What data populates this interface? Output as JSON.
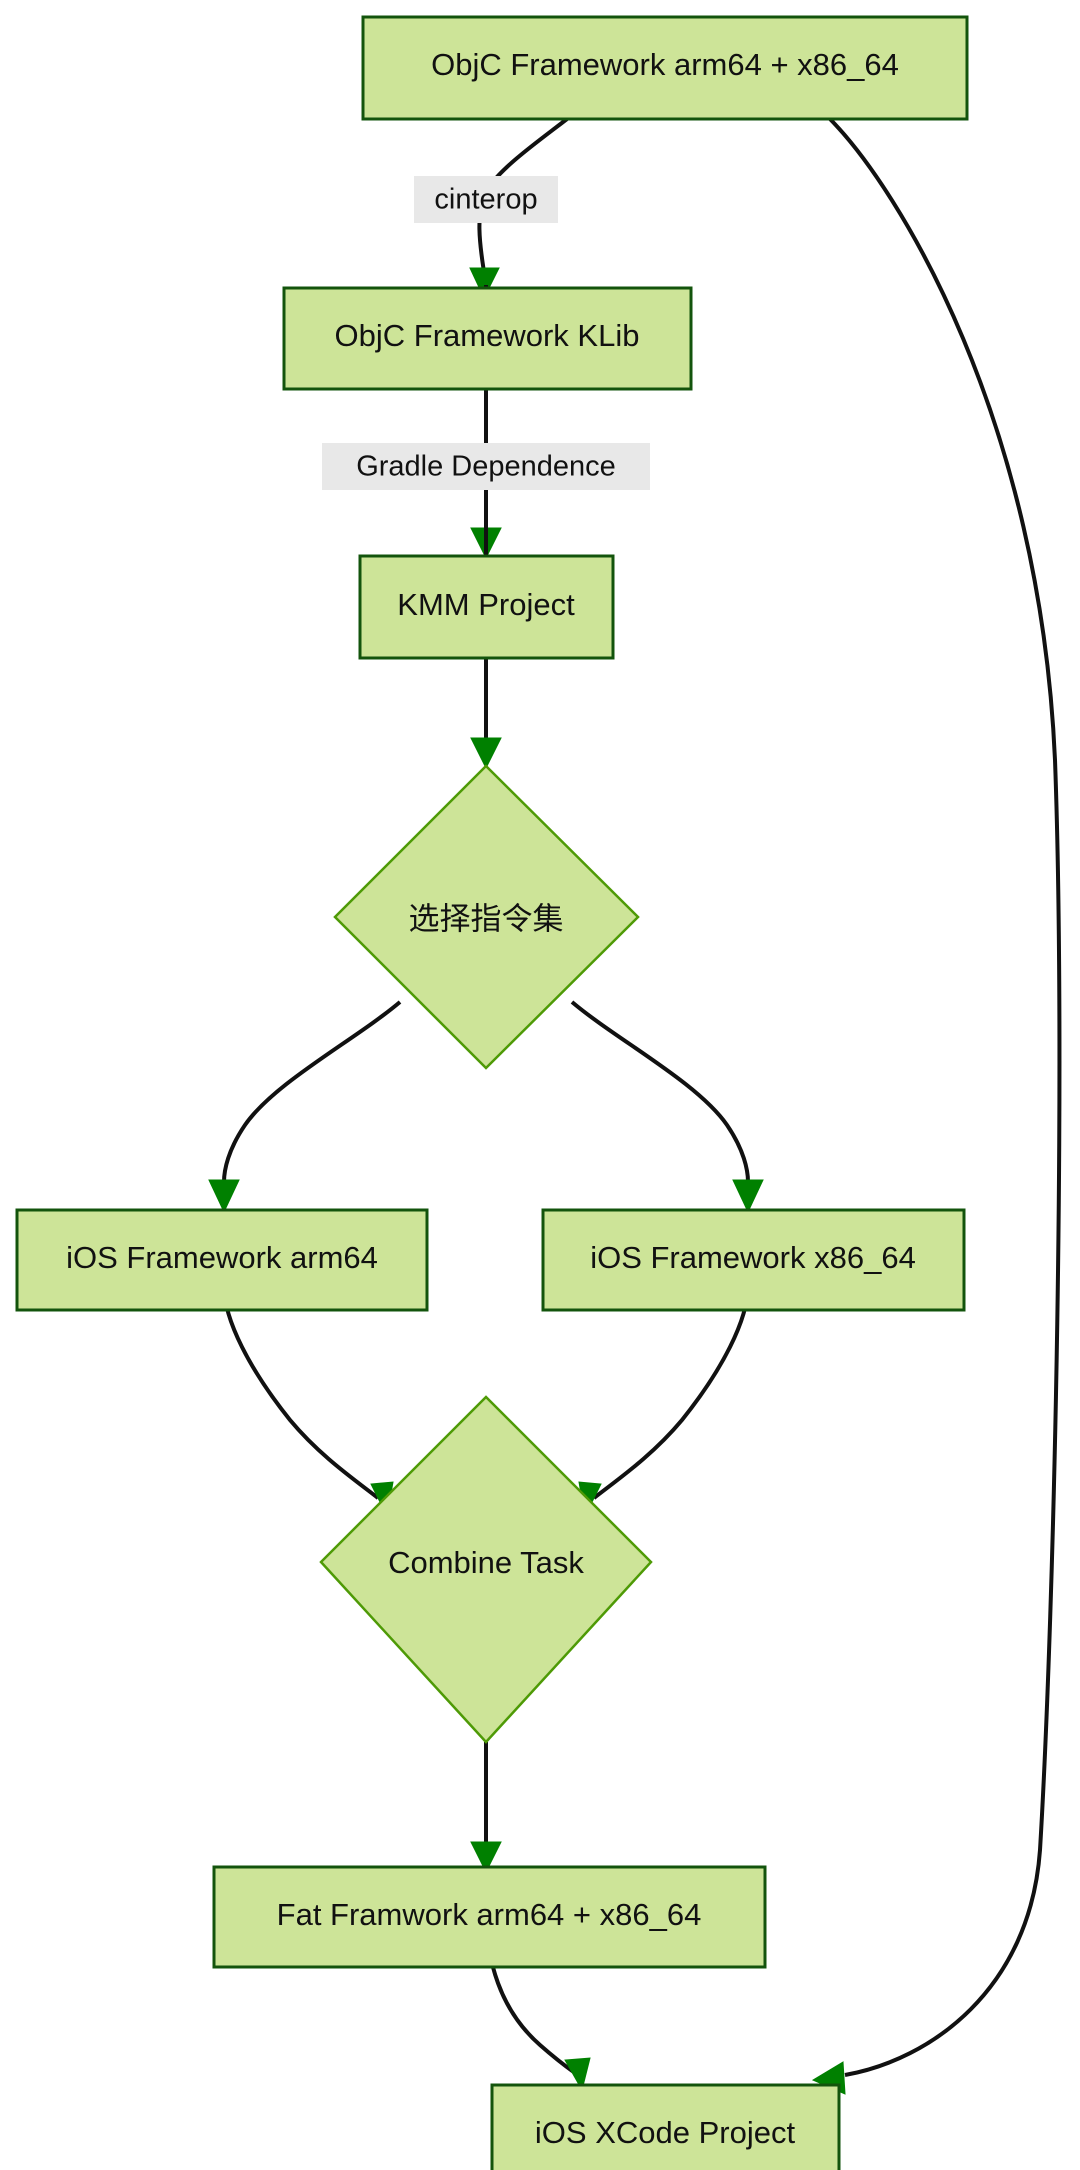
{
  "diagram": {
    "title": "KMM iOS Framework build flow",
    "colors": {
      "node_fill": "#cde498",
      "node_stroke": "#13540c",
      "diamond_stroke": "#4e9a06",
      "edge_stroke": "#111111",
      "arrow_fill": "#008000",
      "edge_label_bg": "#e8e8e8",
      "background": "#ffffff"
    },
    "nodes": [
      {
        "id": "objc_fw",
        "shape": "rect",
        "label": "ObjC Framework arm64 + x86_64"
      },
      {
        "id": "objc_klib",
        "shape": "rect",
        "label": "ObjC Framework KLib"
      },
      {
        "id": "kmm_project",
        "shape": "rect",
        "label": "KMM Project"
      },
      {
        "id": "choose_arch",
        "shape": "diamond",
        "label": "选择指令集"
      },
      {
        "id": "ios_fw_arm64",
        "shape": "rect",
        "label": "iOS Framework arm64"
      },
      {
        "id": "ios_fw_x86_64",
        "shape": "rect",
        "label": "iOS Framework x86_64"
      },
      {
        "id": "combine_task",
        "shape": "diamond",
        "label": "Combine Task"
      },
      {
        "id": "fat_framework",
        "shape": "rect",
        "label": "Fat Framwork arm64 + x86_64"
      },
      {
        "id": "xcode_project",
        "shape": "rect",
        "label": "iOS XCode Project"
      }
    ],
    "edges": [
      {
        "from": "objc_fw",
        "to": "objc_klib",
        "label": "cinterop"
      },
      {
        "from": "objc_klib",
        "to": "kmm_project",
        "label": "Gradle Dependence"
      },
      {
        "from": "kmm_project",
        "to": "choose_arch",
        "label": ""
      },
      {
        "from": "choose_arch",
        "to": "ios_fw_arm64",
        "label": ""
      },
      {
        "from": "choose_arch",
        "to": "ios_fw_x86_64",
        "label": ""
      },
      {
        "from": "ios_fw_arm64",
        "to": "combine_task",
        "label": ""
      },
      {
        "from": "ios_fw_x86_64",
        "to": "combine_task",
        "label": ""
      },
      {
        "from": "combine_task",
        "to": "fat_framework",
        "label": ""
      },
      {
        "from": "fat_framework",
        "to": "xcode_project",
        "label": ""
      },
      {
        "from": "objc_fw",
        "to": "xcode_project",
        "label": ""
      }
    ],
    "edge_labels": {
      "cinterop": "cinterop",
      "gradle_dependence": "Gradle Dependence"
    }
  }
}
